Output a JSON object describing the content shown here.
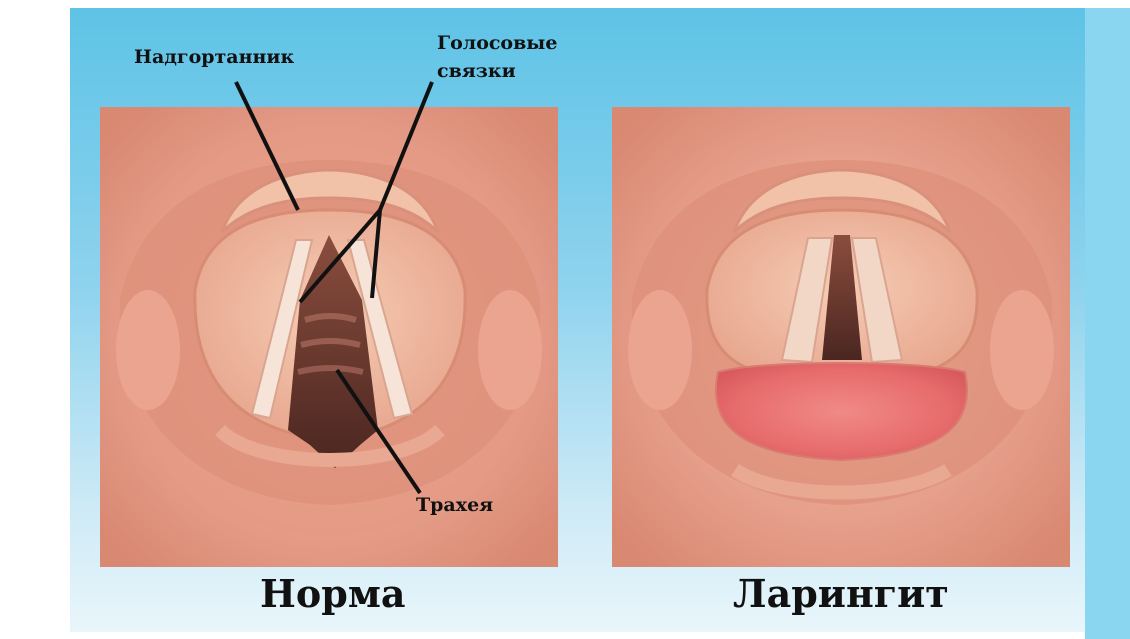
{
  "labels": {
    "epiglottis": "Надгортанник",
    "vocal_cords_line1": "Голосовые",
    "vocal_cords_line2": "связки",
    "trachea": "Трахея"
  },
  "captions": {
    "normal": "Норма",
    "laryngitis": "Ларингит"
  },
  "colors": {
    "background_top": "#5ec3e6",
    "background_bottom": "#e9f6fb",
    "tissue": "#e6a08c",
    "inflamed": "#e86a6a",
    "airway": "#5a2f28"
  }
}
